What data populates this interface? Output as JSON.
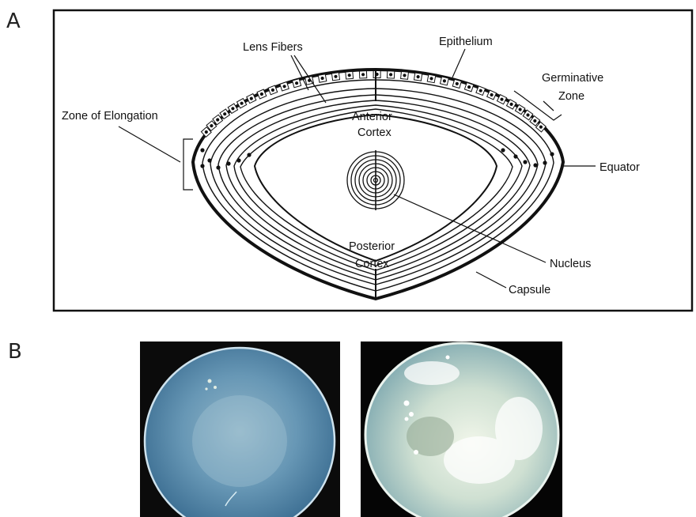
{
  "panels": {
    "a": {
      "letter": "A"
    },
    "b": {
      "letter": "B"
    }
  },
  "diagram": {
    "labels": {
      "lens_fibers": "Lens Fibers",
      "epithelium": "Epithelium",
      "germinative_zone_line1": "Germinative",
      "germinative_zone_line2": "Zone",
      "zone_of_elongation": "Zone of Elongation",
      "anterior_cortex_line1": "Anterior",
      "anterior_cortex_line2": "Cortex",
      "equator": "Equator",
      "posterior_cortex_line1": "Posterior",
      "posterior_cortex_line2": "Cortex",
      "nucleus": "Nucleus",
      "capsule": "Capsule"
    }
  },
  "photos": {
    "clear_lens": {
      "icon": "clear-lens-photo"
    },
    "opaque_lens": {
      "icon": "cataract-lens-photo"
    }
  },
  "colors": {
    "clear_lens": "#5f93b3",
    "opaque_lens": "#d9e6dc",
    "background": "#ffffff",
    "line": "#111111"
  }
}
